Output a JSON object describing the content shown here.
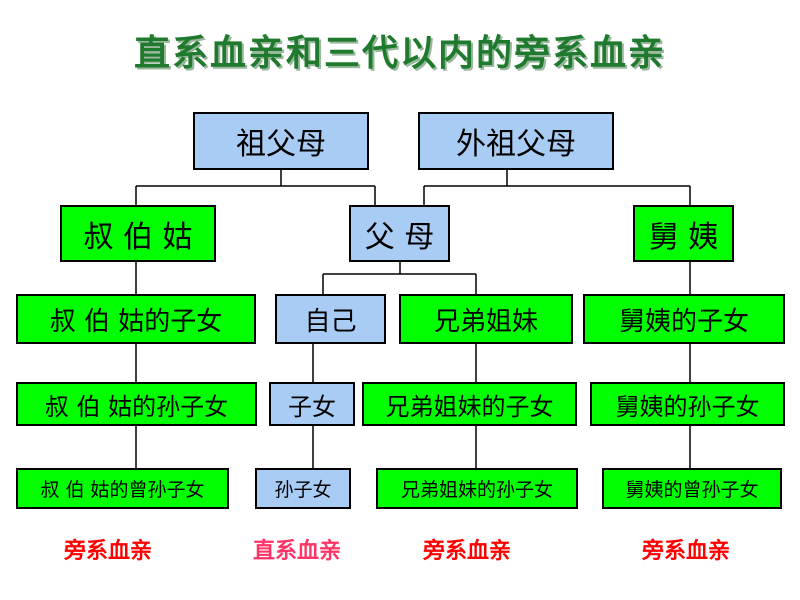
{
  "title": "直系血亲和三代以内的旁系血亲",
  "nodes": {
    "grandparents": "祖父母",
    "maternal_grandparents": "外祖父母",
    "uncles_aunts": "叔 伯 姑",
    "parents": "父 母",
    "maternal_uncles_aunts": "舅 姨",
    "cousins": "叔 伯 姑的子女",
    "self": "自己",
    "siblings": "兄弟姐妹",
    "maternal_cousins": "舅姨的子女",
    "cousins_children": "叔 伯 姑的孙子女",
    "children": "子女",
    "siblings_children": "兄弟姐妹的子女",
    "maternal_cousins_children": "舅姨的孙子女",
    "cousins_grandchildren": "叔 伯 姑的曾孙子女",
    "grandchildren": "孙子女",
    "siblings_grandchildren": "兄弟姐妹的孙子女",
    "maternal_cousins_grandchildren": "舅姨的曾孙子女"
  },
  "labels": {
    "col1": "旁系血亲",
    "col2": "直系血亲",
    "col3": "旁系血亲",
    "col4": "旁系血亲"
  },
  "colors": {
    "title": "#1f7a2e",
    "collateral_box": "#00ff00",
    "lineal_box": "#a8ccf4",
    "collateral_label": "#ff0000",
    "lineal_label": "#ff3366"
  }
}
